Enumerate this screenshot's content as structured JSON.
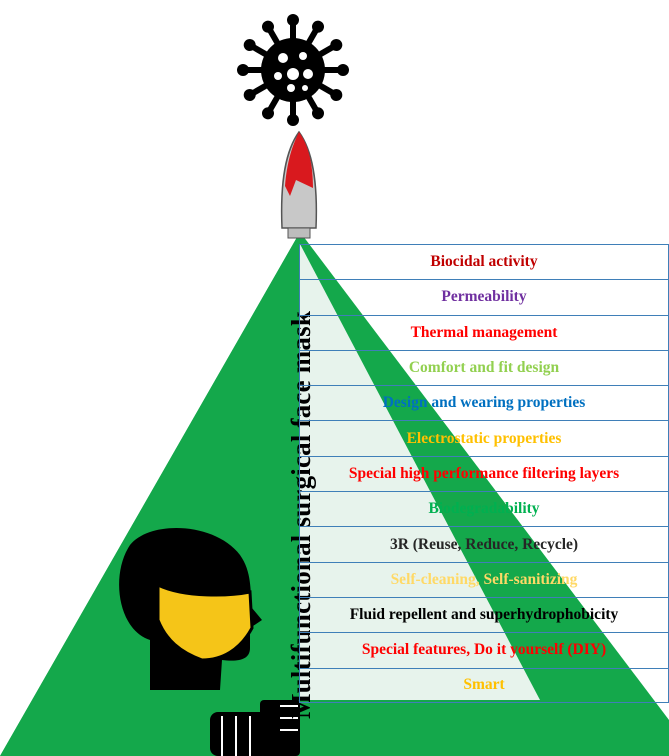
{
  "title": "Multifunctional surgical face mask",
  "colors": {
    "pyramid": "#14a84b",
    "pyramid_stripe": "#e7f3ec",
    "row_border": "#3f7fb8",
    "virus": "#000000",
    "arrow_tip": "#d9191e",
    "arrow_body": "#c8c8c8",
    "mask": "#f5c518"
  },
  "properties": [
    {
      "label": "Biocidal activity",
      "color": "#c00000"
    },
    {
      "label": "Permeability",
      "color": "#7030a0"
    },
    {
      "label": "Thermal management",
      "color": "#ff0000"
    },
    {
      "label": "Comfort and fit design",
      "color": "#92d050"
    },
    {
      "label": "Design and wearing properties",
      "color": "#0070c0"
    },
    {
      "label": "Electrostatic properties",
      "color": "#ffc000"
    },
    {
      "label": "Special high performance filtering layers",
      "color": "#ff0000"
    },
    {
      "label": "Biodegradability",
      "color": "#00b050"
    },
    {
      "label": "3R (Reuse, Reduce, Recycle)",
      "color": "#262626"
    },
    {
      "label": "Self-cleaning, Self-sanitizing",
      "color": "#ffd966"
    },
    {
      "label": "Fluid repellent and superhydrophobicity",
      "color": "#000000"
    },
    {
      "label": "Special features, Do it yourself (DIY)",
      "color": "#ff0000"
    },
    {
      "label": "Smart",
      "color": "#ffc000"
    }
  ],
  "icons": {
    "virus": "virus-icon",
    "arrow": "spear-tip-icon",
    "head": "masked-head-icon",
    "fist": "fist-icon"
  }
}
